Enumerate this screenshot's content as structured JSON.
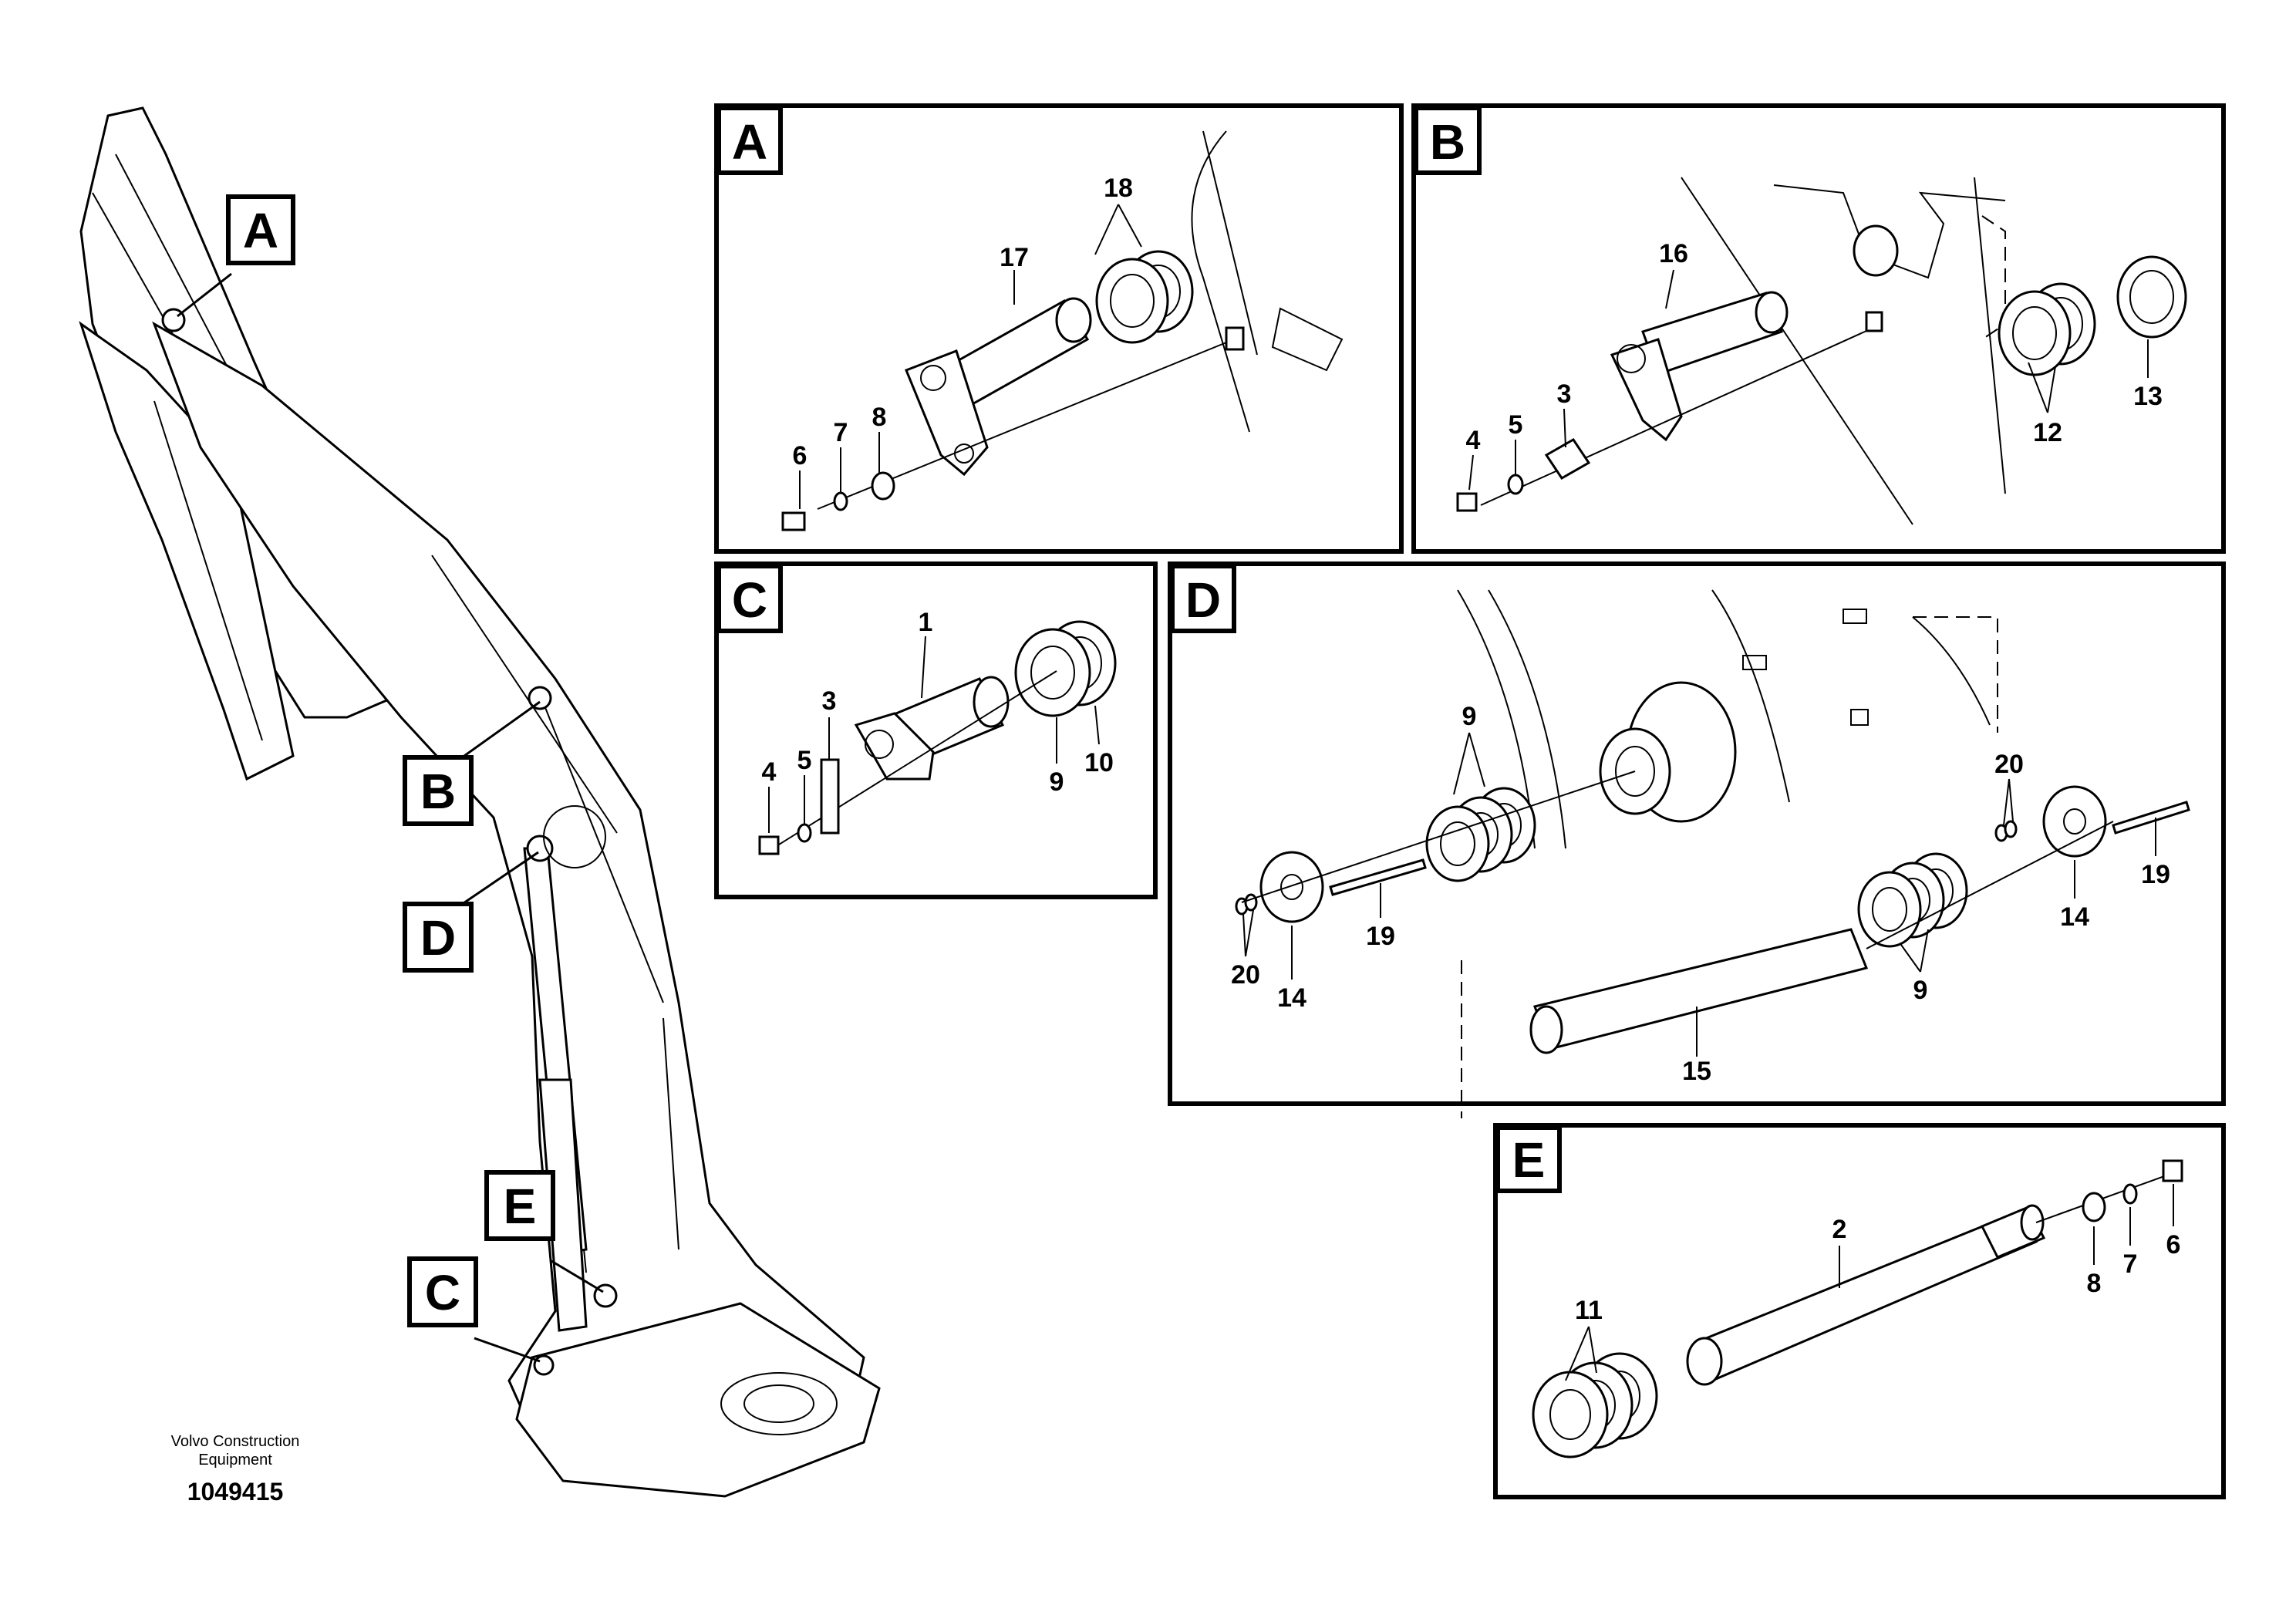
{
  "brand": {
    "line1": "Volvo Construction",
    "line2": "Equipment"
  },
  "drawing_number": "1049415",
  "callouts": [
    "A",
    "B",
    "C",
    "D",
    "E"
  ],
  "panels": {
    "A": {
      "label": "A",
      "parts": [
        "18",
        "17",
        "6",
        "7",
        "8"
      ]
    },
    "B": {
      "label": "B",
      "parts": [
        "16",
        "3",
        "4",
        "5",
        "12",
        "13"
      ]
    },
    "C": {
      "label": "C",
      "parts": [
        "1",
        "3",
        "4",
        "5",
        "9",
        "10"
      ]
    },
    "D": {
      "label": "D",
      "parts": [
        "9",
        "20",
        "19",
        "14",
        "20",
        "14",
        "19",
        "9",
        "15"
      ]
    },
    "E": {
      "label": "E",
      "parts": [
        "2",
        "11",
        "8",
        "7",
        "6"
      ]
    }
  }
}
